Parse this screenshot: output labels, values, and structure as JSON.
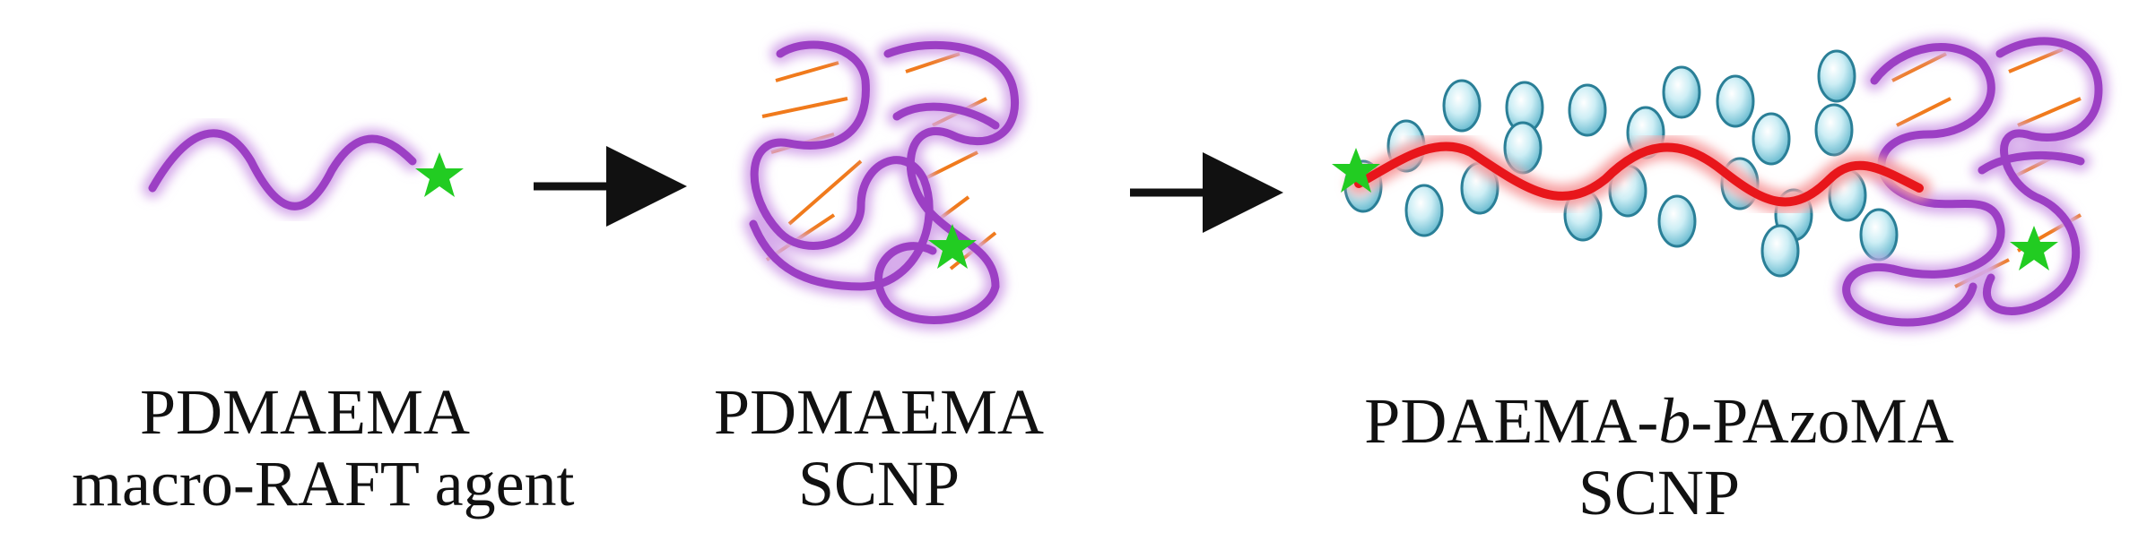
{
  "colors": {
    "polymer": "#9c3fc4",
    "polymer_glow": "#c99be0",
    "crosslink": "#f07a1c",
    "chain_red": "#e8161b",
    "chain_glow": "#f7a0a3",
    "star": "#22cc22",
    "bead_fill": "#a9dde9",
    "bead_stroke": "#2a7f97",
    "arrow": "#111111"
  },
  "icons": {
    "end_group": "green-star-icon",
    "azo_unit": "bead-icon"
  },
  "stages": [
    {
      "label_line1": "PDMAEMA",
      "label_line2": "macro-RAFT agent"
    },
    {
      "label_line1": "PDMAEMA",
      "label_line2": "SCNP"
    },
    {
      "label_line1_a": "PDAEMA-",
      "label_line1_b": "b",
      "label_line1_c": "-PAzoMA",
      "label_line2": "SCNP"
    }
  ]
}
